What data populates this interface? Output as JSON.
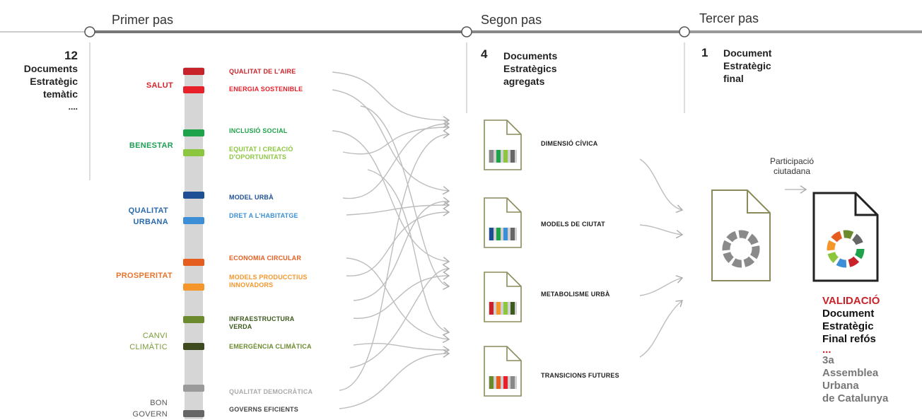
{
  "steps": [
    {
      "title": "Primer pas"
    },
    {
      "title": "Segon pas"
    },
    {
      "title": "Tercer pas"
    }
  ],
  "step1": {
    "number": "12",
    "lines": [
      "Documents",
      "Estratègic",
      "temàtic",
      "...."
    ]
  },
  "step2": {
    "number": "4",
    "lines": [
      "Documents",
      "Estratègics",
      "agregats"
    ]
  },
  "step3": {
    "number": "1",
    "lines": [
      "Document",
      "Estratègic",
      "final"
    ]
  },
  "categories": [
    {
      "key": "salut",
      "lines": [
        "SALUT"
      ],
      "color": "#d7262c"
    },
    {
      "key": "benestar",
      "lines": [
        "BENESTAR"
      ],
      "color": "#1e9e55"
    },
    {
      "key": "qualitat",
      "lines": [
        "QUALITAT",
        "URBANA"
      ],
      "color": "#2a6aad"
    },
    {
      "key": "prosperitat",
      "lines": [
        "PROSPERITAT"
      ],
      "color": "#e8742b"
    },
    {
      "key": "canvi",
      "lines": [
        "CANVI",
        "CLIMÀTIC"
      ],
      "color": "#7a9a3a"
    },
    {
      "key": "bon",
      "lines": [
        "BON",
        "GOVERN"
      ],
      "color": "#555555"
    }
  ],
  "topics": [
    {
      "lines": [
        "QUALITAT DE L'AIRE"
      ],
      "color": "#c8232a"
    },
    {
      "lines": [
        "ENERGIA SOSTENIBLE"
      ],
      "color": "#e8202a"
    },
    {
      "lines": [
        "INCLUSIÓ SOCIAL"
      ],
      "color": "#1fa34a"
    },
    {
      "lines": [
        "EQUITAT I CREACIÓ",
        "D'OPORTUNITATS"
      ],
      "color": "#8cc63e"
    },
    {
      "lines": [
        "MODEL URBÀ"
      ],
      "color": "#1e4f95"
    },
    {
      "lines": [
        "DRET A L'HABITATGE"
      ],
      "color": "#3c8fd6"
    },
    {
      "lines": [
        "ECONOMIA CIRCULAR"
      ],
      "color": "#e55e20"
    },
    {
      "lines": [
        "MODELS PRODUCCTIUS",
        "INNOVADORS"
      ],
      "color": "#f5962a"
    },
    {
      "lines": [
        "INFRAESTRUCTURA",
        "VERDA"
      ],
      "color": "#3d5a1e"
    },
    {
      "lines": [
        "EMERGÈNCIA CLIMÀTICA"
      ],
      "color": "#6b8a2e"
    },
    {
      "lines": [
        "QUALITAT DEMOCRÀTICA"
      ],
      "color": "#aaaaaa"
    },
    {
      "lines": [
        "GOVERNS EFICIENTS"
      ],
      "color": "#444444"
    }
  ],
  "bar_colors": [
    "#c8232a",
    "#e8202a",
    "#1fa34a",
    "#8cc63e",
    "#1e4f95",
    "#3c8fd6",
    "#e55e20",
    "#f5962a",
    "#6b8a2e",
    "#3d4a1e",
    "#9a9a9a",
    "#666666"
  ],
  "aggregated_docs": [
    {
      "label": "DIMENSIÓ CÍVICA",
      "colors": [
        "#888888",
        "#1fa34a",
        "#8cc63e",
        "#666666"
      ]
    },
    {
      "label": "MODELS DE CIUTAT",
      "colors": [
        "#1e4f95",
        "#1fa34a",
        "#3c8fd6",
        "#666666"
      ]
    },
    {
      "label": "METABOLISME URBÀ",
      "colors": [
        "#c8232a",
        "#f5962a",
        "#8cc63e",
        "#3d5a1e"
      ]
    },
    {
      "label": "TRANSICIONS FUTURES",
      "colors": [
        "#6b8a2e",
        "#e55e20",
        "#e8202a",
        "#888888"
      ]
    }
  ],
  "participation": [
    "Participació",
    "ciutadana"
  ],
  "final_block": {
    "validation": "VALIDACIÓ",
    "doc_lines": [
      "Document",
      "Estratègic",
      "Final refós"
    ],
    "dots": "...",
    "assembly_lines": [
      "3a",
      "Assemblea",
      "Urbana",
      "de Catalunya"
    ]
  },
  "colors": {
    "accent_red": "#c8232a",
    "doc_frame": "#8a8a5a",
    "timeline": "#777777"
  }
}
